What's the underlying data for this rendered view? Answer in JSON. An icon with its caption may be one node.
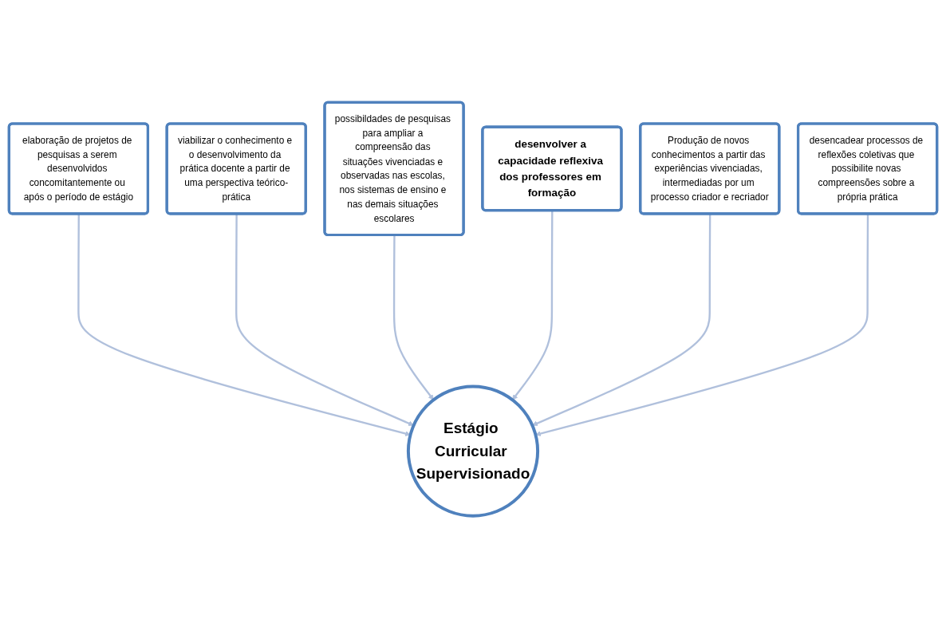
{
  "diagram": {
    "nodes": [
      {
        "text": [
          "elaboração de projetos de pesquisas a serem desenvolvidos concomitantemente ou após o período de estágio"
        ]
      },
      {
        "text": [
          "viabilizar o conhecimento e o desenvolvimento da prática docente a partir de uma perspectiva teórico-prática"
        ]
      },
      {
        "text": [
          "possibildades de pesquisas para ampliar a compreensão das situações vivenciadas e observadas nas escolas, nos sistemas de ensino e nas demais situações escolares"
        ]
      },
      {
        "text": [
          "desenvolver a capacidade reflexiva dos professores em formação"
        ]
      },
      {
        "text": [
          "Produção de novos conhecimentos a partir das experiências vivenciadas, intermediadas por um processo criador e recriador"
        ]
      },
      {
        "text": [
          "Estágio Curricular Supervisionado"
        ]
      },
      {
        "text": [
          "desencadear processos de reflexões coletivas que possibilite novas compreensões sobre a própria prática"
        ]
      }
    ],
    "edges": [
      {
        "from": 0,
        "to": 5,
        "arrow": "to"
      },
      {
        "from": 1,
        "to": 5,
        "arrow": "to"
      },
      {
        "from": 2,
        "to": 5,
        "arrow": "to"
      },
      {
        "from": 3,
        "to": 5,
        "arrow": "to"
      },
      {
        "from": 4,
        "to": 5,
        "arrow": "to"
      },
      {
        "from": 6,
        "to": 5,
        "arrow": "to"
      }
    ]
  }
}
